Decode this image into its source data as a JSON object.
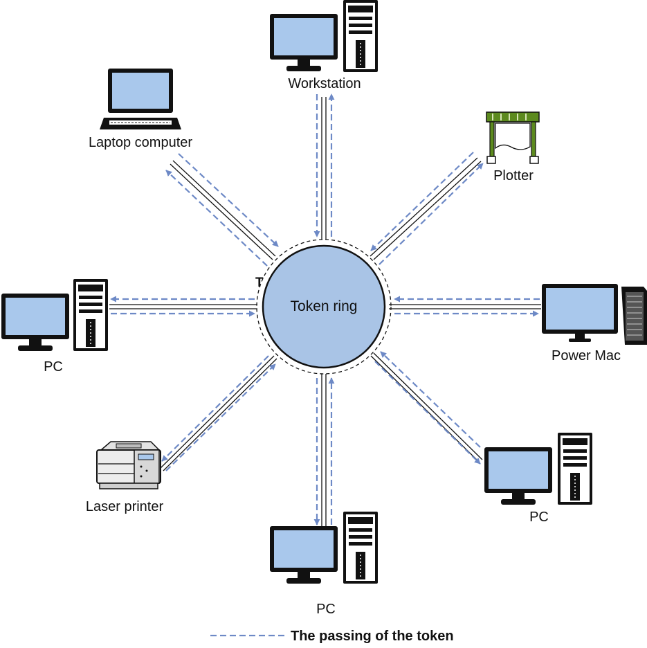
{
  "center": {
    "label": "Token ring",
    "terminator": "T"
  },
  "nodes": {
    "workstation": "Workstation",
    "plotter": "Plotter",
    "power_mac": "Power Mac",
    "pc_bottom_right": "PC",
    "pc_bottom": "PC",
    "laser_printer": "Laser printer",
    "pc_left": "PC",
    "laptop": "Laptop computer"
  },
  "legend": {
    "label": "The passing of the token"
  },
  "colors": {
    "ring_fill": "#a9c4e6",
    "screen_fill": "#a9c8ec",
    "token_arrow": "#6d89c6",
    "line": "#111111",
    "plotter_frame": "#5c8a1e"
  }
}
